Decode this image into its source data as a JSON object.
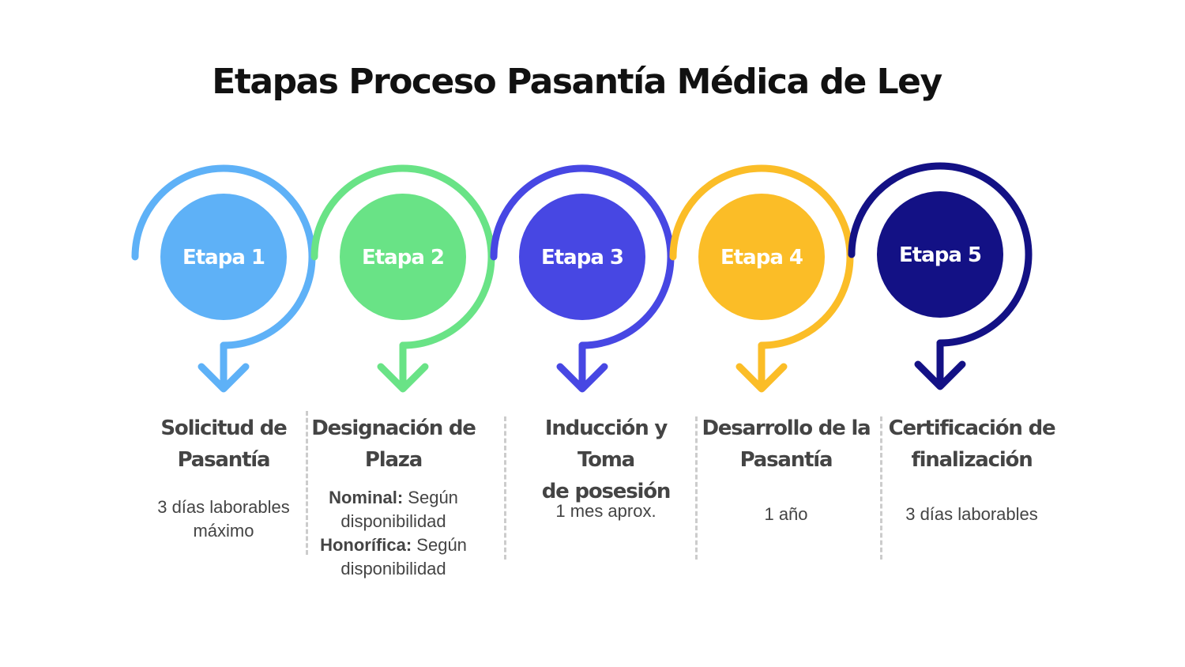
{
  "title": "Etapas Proceso Pasantía Médica de Ley",
  "stages": [
    {
      "label": "Etapa 1",
      "color": "#5eb1f7",
      "heading_line1": "Solicitud de",
      "heading_line2": "Pasantía",
      "detail_line1": "3 días laborables",
      "detail_line2": "máximo"
    },
    {
      "label": "Etapa 2",
      "color": "#69e386",
      "heading_line1": "Designación de",
      "heading_line2": "Plaza",
      "detail": [
        {
          "bold": "Nominal:",
          "text": " Según"
        },
        {
          "bold": "",
          "text": "disponibilidad"
        },
        {
          "bold": "Honorífica:",
          "text": " Según"
        },
        {
          "bold": "",
          "text": "disponibilidad"
        }
      ]
    },
    {
      "label": "Etapa 3",
      "color": "#4747e3",
      "heading_line1": "Inducción y Toma",
      "heading_line2": "de posesión",
      "detail_line1": "1 mes aprox.",
      "detail_line2": ""
    },
    {
      "label": "Etapa 4",
      "color": "#fbbd27",
      "heading_line1": "Desarrollo de la",
      "heading_line2": "Pasantía",
      "detail_line1": "1 año",
      "detail_line2": ""
    },
    {
      "label": "Etapa 5",
      "color": "#131185",
      "heading_line1": "Certificación de",
      "heading_line2": "finalización",
      "detail_line1": "3 días laborables",
      "detail_line2": ""
    }
  ],
  "divider_color": "#cccccc"
}
